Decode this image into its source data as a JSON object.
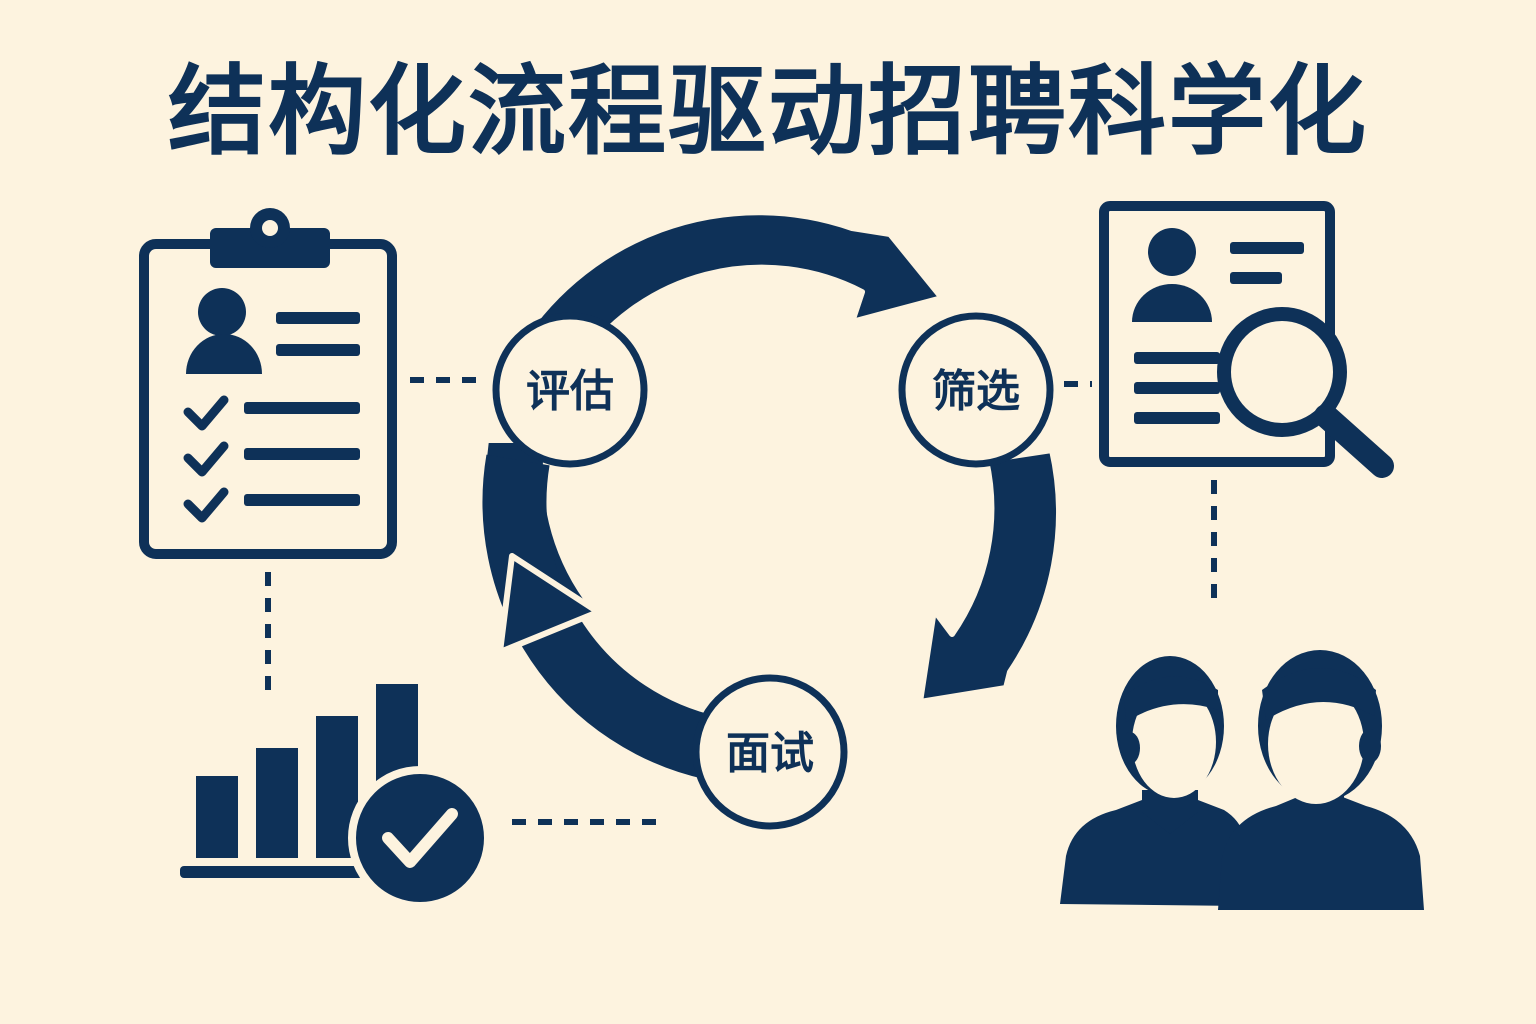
{
  "title": "结构化流程驱动招聘科学化",
  "colors": {
    "background": "#fdf3df",
    "primary": "#0e3158"
  },
  "cycle": {
    "stages": [
      {
        "label": "评估"
      },
      {
        "label": "筛选"
      },
      {
        "label": "面试"
      }
    ]
  },
  "icons": {
    "top_left": "clipboard-checklist-icon",
    "top_right": "resume-magnifier-icon",
    "bottom_left": "bar-chart-check-icon",
    "bottom_right": "two-people-icon"
  }
}
